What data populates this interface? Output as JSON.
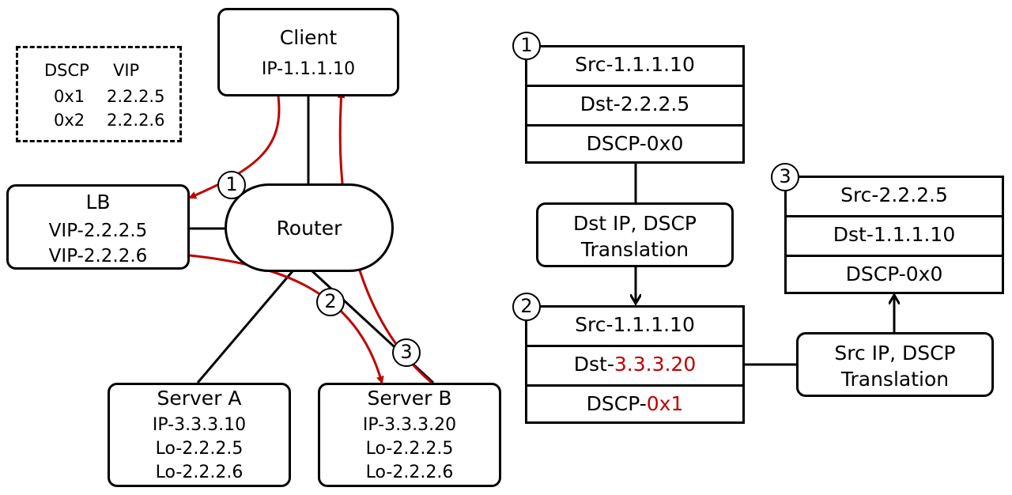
{
  "legend": {
    "col1_header": "DSCP",
    "col2_header": "VIP",
    "rows": [
      {
        "dscp": "0x1",
        "vip": "2.2.2.5"
      },
      {
        "dscp": "0x2",
        "vip": "2.2.2.6"
      }
    ]
  },
  "client": {
    "title": "Client",
    "ip": "IP-1.1.1.10"
  },
  "lb": {
    "title": "LB",
    "vip1": "VIP-2.2.2.5",
    "vip2": "VIP-2.2.2.6"
  },
  "router": {
    "label": "Router"
  },
  "server_a": {
    "title": "Server A",
    "ip": "IP-3.3.3.10",
    "lo1": "Lo-2.2.2.5",
    "lo2": "Lo-2.2.2.6"
  },
  "server_b": {
    "title": "Server B",
    "ip": "IP-3.3.3.20",
    "lo1": "Lo-2.2.2.5",
    "lo2": "Lo-2.2.2.6"
  },
  "steps": [
    "1",
    "2",
    "3"
  ],
  "packet1": {
    "src": "Src-1.1.1.10",
    "dst": "Dst-2.2.2.5",
    "dscp": "DSCP-0x0"
  },
  "packet2": {
    "src": "Src-1.1.1.10",
    "dst_prefix": "Dst-",
    "dst_value": "3.3.3.20",
    "dscp_prefix": "DSCP-",
    "dscp_value": "0x1"
  },
  "packet3": {
    "src": "Src-2.2.2.5",
    "dst": "Dst-1.1.1.10",
    "dscp": "DSCP-0x0"
  },
  "translation1": {
    "line1": "Dst IP, DSCP",
    "line2": "Translation"
  },
  "translation2": {
    "line1": "Src IP, DSCP",
    "line2": "Translation"
  },
  "colors": {
    "flow": "#c00000",
    "highlight": "#c00000",
    "line": "#000000"
  }
}
